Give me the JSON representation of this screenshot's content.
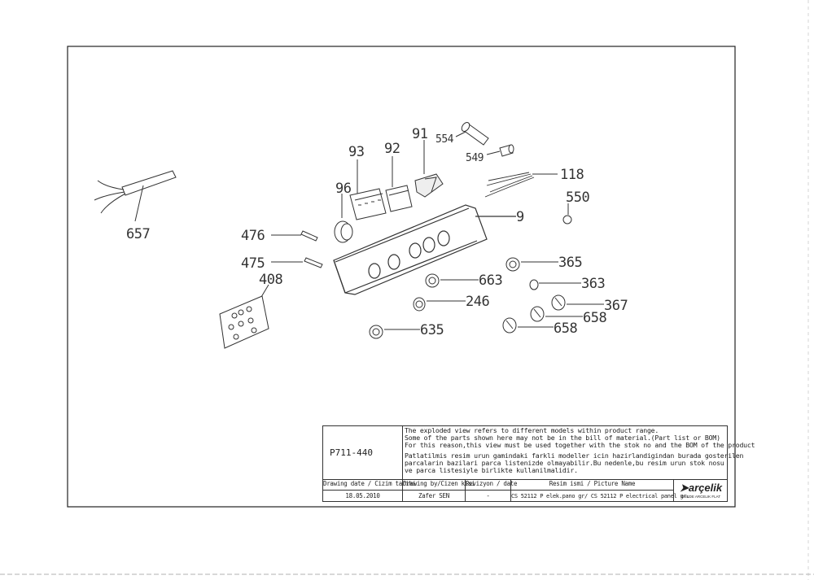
{
  "labels": {
    "p657": "657",
    "p93": "93",
    "p92": "92",
    "p91": "91",
    "p554": "554",
    "p549": "549",
    "p118": "118",
    "p550": "550",
    "p96": "96",
    "p9": "9",
    "p476": "476",
    "p475": "475",
    "p408": "408",
    "p365": "365",
    "p663": "663",
    "p363": "363",
    "p246": "246",
    "p367": "367",
    "p658a": "658",
    "p658b": "658",
    "p635": "635"
  },
  "title_block": {
    "drawing_code": "P711-440",
    "notes": [
      "The exploded view refers to different models within product range.",
      "Some of the parts shown here may not be in the bill of material.(Part list or BOM)",
      "For this reason,this view must be used together with the stok no and the BOM of the product",
      "Patlatilmis resim urun gamindaki farkli modeller icin hazirlandigindan burada gosterilen",
      "parcalarin bazilari parca listenizde olmayabilir.Bu nedenle,bu resim urun stok nosu",
      "ve parca listesiyle birlikte kullanilmalidir."
    ],
    "headers": {
      "drawing_date": "Drawing date / Cizim tarihi",
      "drawn_by": "Drawing by/Cizen kisi",
      "revision": "Revizyon / date",
      "picture_name": "Resim ismi / Picture Name"
    },
    "values": {
      "drawing_date": "18.05.2010",
      "drawn_by": "Zafer SEN",
      "revision": "-",
      "picture_name": "CS 52112 P elek.pano gr/ CS 52112 P electrical panel gr."
    },
    "brand": "arçelik",
    "brand_sub": "ONEDE ARCELIK FLAT"
  }
}
